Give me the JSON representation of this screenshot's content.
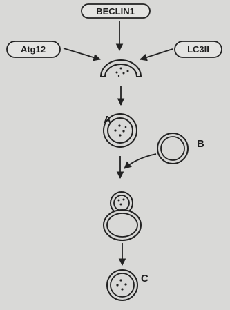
{
  "diagram": {
    "inputs": {
      "top": "BECLIN1",
      "left": "Atg12",
      "right": "LC3II"
    },
    "labels": {
      "a": "A",
      "b": "B",
      "c": "C"
    }
  }
}
